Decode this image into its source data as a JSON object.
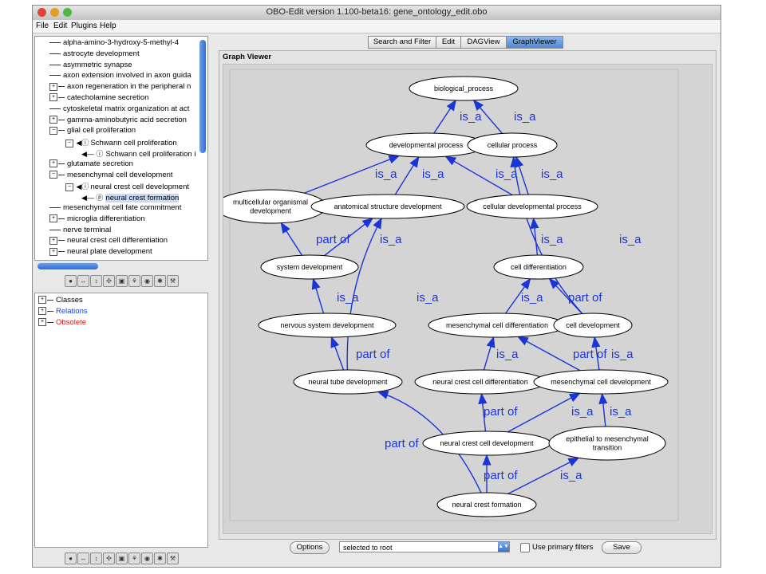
{
  "window": {
    "title": "OBO-Edit version 1.100-beta16: gene_ontology_edit.obo"
  },
  "menu": [
    "File",
    "Edit",
    "Plugins",
    "Help"
  ],
  "tree_top": [
    {
      "label": "alpha-amino-3-hydroxy-5-methyl-4",
      "indent": 0,
      "icon": "dash"
    },
    {
      "label": "astrocyte development",
      "indent": 0,
      "icon": "dash"
    },
    {
      "label": "asymmetric synapse",
      "indent": 0,
      "icon": "dash"
    },
    {
      "label": "axon extension involved in axon guida",
      "indent": 0,
      "icon": "dash"
    },
    {
      "label": "axon regeneration in the peripheral n",
      "indent": 0,
      "icon": "plus"
    },
    {
      "label": "catecholamine secretion",
      "indent": 0,
      "icon": "plus"
    },
    {
      "label": "cytoskeletal matrix organization at act",
      "indent": 0,
      "icon": "dash"
    },
    {
      "label": "gamma-aminobutyric acid secretion",
      "indent": 0,
      "icon": "plus"
    },
    {
      "label": "glial cell proliferation",
      "indent": 0,
      "icon": "minus"
    },
    {
      "label": "Schwann cell proliferation",
      "indent": 1,
      "icon": "minus-i"
    },
    {
      "label": "Schwann cell proliferation i",
      "indent": 2,
      "icon": "arrow-i"
    },
    {
      "label": "glutamate secretion",
      "indent": 0,
      "icon": "plus"
    },
    {
      "label": "mesenchymal cell development",
      "indent": 0,
      "icon": "minus"
    },
    {
      "label": "neural crest cell development",
      "indent": 1,
      "icon": "minus-i"
    },
    {
      "label": "neural crest formation",
      "indent": 2,
      "icon": "arrow-p",
      "selected": true
    },
    {
      "label": "mesenchymal cell fate commitment",
      "indent": 0,
      "icon": "dash"
    },
    {
      "label": "microglia differentiation",
      "indent": 0,
      "icon": "plus"
    },
    {
      "label": "nerve terminal",
      "indent": 0,
      "icon": "dash"
    },
    {
      "label": "neural crest cell differentiation",
      "indent": 0,
      "icon": "plus"
    },
    {
      "label": "neural plate development",
      "indent": 0,
      "icon": "plus"
    }
  ],
  "tree_bottom": [
    {
      "label": "Classes",
      "color": "#000000"
    },
    {
      "label": "Relations",
      "color": "#1a3fd0"
    },
    {
      "label": "Obsolete",
      "color": "#d01a1a"
    }
  ],
  "tabs": [
    {
      "label": "Search and Filter",
      "active": false
    },
    {
      "label": "Edit",
      "active": false
    },
    {
      "label": "DAGView",
      "active": false
    },
    {
      "label": "GraphViewer",
      "active": true
    }
  ],
  "graph_panel_title": "Graph Viewer",
  "graph": {
    "nodes": [
      {
        "id": "bp",
        "label": "biological_process"
      },
      {
        "id": "dp",
        "label": "developmental process"
      },
      {
        "id": "cp",
        "label": "cellular process"
      },
      {
        "id": "mod",
        "label": [
          "multicellular organismal",
          "development"
        ]
      },
      {
        "id": "asd",
        "label": "anatomical structure development"
      },
      {
        "id": "cdp",
        "label": "cellular developmental process"
      },
      {
        "id": "sd",
        "label": "system development"
      },
      {
        "id": "cd",
        "label": "cell differentiation"
      },
      {
        "id": "nsd",
        "label": "nervous system development"
      },
      {
        "id": "mcdiff",
        "label": "mesenchymal cell differentiation"
      },
      {
        "id": "celldev",
        "label": "cell development"
      },
      {
        "id": "ntd",
        "label": "neural tube development"
      },
      {
        "id": "nccdiff",
        "label": "neural crest cell differentiation"
      },
      {
        "id": "mcdev",
        "label": "mesenchymal cell development"
      },
      {
        "id": "nccdev",
        "label": "neural crest cell development"
      },
      {
        "id": "emt",
        "label": [
          "epithelial to mesenchymal",
          "transition"
        ]
      },
      {
        "id": "ncf",
        "label": "neural crest formation"
      }
    ],
    "edges": [
      {
        "from": "dp",
        "to": "bp",
        "label": "is_a"
      },
      {
        "from": "cp",
        "to": "bp",
        "label": "is_a"
      },
      {
        "from": "mod",
        "to": "dp",
        "label": "is_a"
      },
      {
        "from": "asd",
        "to": "dp",
        "label": "is_a"
      },
      {
        "from": "cdp",
        "to": "dp",
        "label": "is_a"
      },
      {
        "from": "cdp",
        "to": "cp",
        "label": "is_a"
      },
      {
        "from": "celldev",
        "to": "cp",
        "label": "is_a"
      },
      {
        "from": "sd",
        "to": "mod",
        "label": "part of"
      },
      {
        "from": "sd",
        "to": "asd",
        "label": "is_a"
      },
      {
        "from": "cd",
        "to": "cdp",
        "label": "is_a"
      },
      {
        "from": "nsd",
        "to": "sd",
        "label": "is_a"
      },
      {
        "from": "mcdiff",
        "to": "cd",
        "label": "is_a"
      },
      {
        "from": "celldev",
        "to": "cd",
        "label": "part of"
      },
      {
        "from": "ntd",
        "to": "nsd",
        "label": "part of"
      },
      {
        "from": "ntd",
        "to": "asd",
        "label": "is_a"
      },
      {
        "from": "nccdiff",
        "to": "mcdiff",
        "label": "is_a"
      },
      {
        "from": "mcdev",
        "to": "mcdiff",
        "label": "part of"
      },
      {
        "from": "mcdev",
        "to": "celldev",
        "label": "is_a"
      },
      {
        "from": "nccdev",
        "to": "nccdiff",
        "label": "part of"
      },
      {
        "from": "nccdev",
        "to": "mcdev",
        "label": "is_a"
      },
      {
        "from": "emt",
        "to": "mcdev",
        "label": "is_a"
      },
      {
        "from": "ncf",
        "to": "ntd",
        "label": "part of"
      },
      {
        "from": "ncf",
        "to": "nccdev",
        "label": "part of"
      },
      {
        "from": "ncf",
        "to": "emt",
        "label": "is_a"
      }
    ]
  },
  "controls": {
    "options_label": "Options",
    "select_value": "selected to root",
    "checkbox_label": "Use primary filters",
    "save_label": "Save"
  },
  "colors": {
    "edge": "#1a34d6",
    "selection": "#c9d9f6"
  }
}
